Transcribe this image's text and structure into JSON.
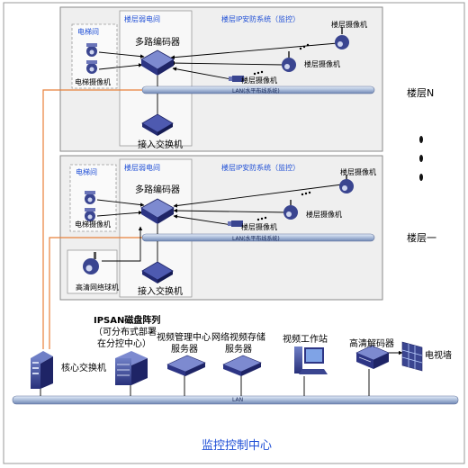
{
  "floor_n": {
    "room_label": "楼层弱电间",
    "system_label": "楼层IP安防系统（监控）",
    "elevator_room": "电梯间",
    "elevator_camera": "电梯摄像机",
    "encoder": "多路编码器",
    "access_switch": "接入交换机",
    "floor_cameras": [
      "楼层摄像机",
      "楼层摄像机",
      "楼层摄像机"
    ],
    "lan_label": "LAN(水平布线系统)",
    "floor_label": "楼层N"
  },
  "floor_1": {
    "room_label": "楼层弱电间",
    "system_label": "楼层IP安防系统（监控）",
    "elevator_room": "电梯间",
    "elevator_camera": "电梯摄像机",
    "encoder": "多路编码器",
    "access_switch": "接入交换机",
    "hd_camera": "高清网络球机",
    "floor_cameras": [
      "楼层摄像机",
      "楼层摄像机",
      "楼层摄像机"
    ],
    "lan_label": "LAN(水平布线系统)",
    "floor_label": "楼层一"
  },
  "center": {
    "core_switch": "核心交换机",
    "ipsan": [
      "IPSAN磁盘阵列",
      "（可分布式部署",
      "在分控中心）"
    ],
    "vms": [
      "视频管理中心",
      "服务器"
    ],
    "nvs": [
      "网络视频存储",
      "服务器"
    ],
    "workstation": "视频工作站",
    "decoder": "高清解码器",
    "tv_wall": "电视墙",
    "lan_label": "LAN",
    "title": "监控控制中心"
  },
  "colors": {
    "accent_blue": "#1f4fd6",
    "orange_link": "#e8803a",
    "floor_bg": "#f0f0f0",
    "lan_bar": "#bcc9e0"
  }
}
